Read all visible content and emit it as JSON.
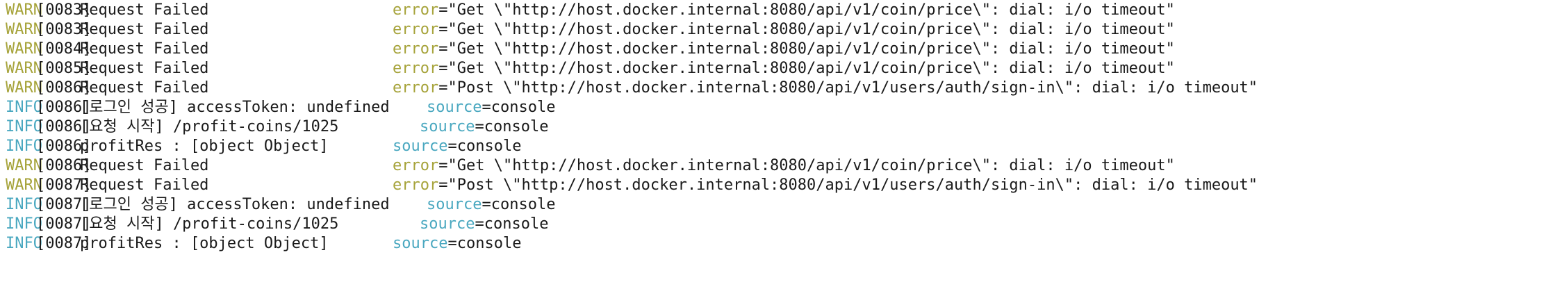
{
  "colors": {
    "warn": "#a6a33a",
    "info": "#4aa8c0",
    "text": "#1a1a1a",
    "background": "#ffffff"
  },
  "partial_top_line": "                                                                           ",
  "lines": [
    {
      "level": "WARN",
      "code": "[0083]",
      "message": "Request Failed",
      "key": "error",
      "value": "=\"Get \\\"http://host.docker.internal:8080/api/v1/coin/price\\\": dial: i/o timeout\""
    },
    {
      "level": "WARN",
      "code": "[0083]",
      "message": "Request Failed",
      "key": "error",
      "value": "=\"Get \\\"http://host.docker.internal:8080/api/v1/coin/price\\\": dial: i/o timeout\""
    },
    {
      "level": "WARN",
      "code": "[0084]",
      "message": "Request Failed",
      "key": "error",
      "value": "=\"Get \\\"http://host.docker.internal:8080/api/v1/coin/price\\\": dial: i/o timeout\""
    },
    {
      "level": "WARN",
      "code": "[0085]",
      "message": "Request Failed",
      "key": "error",
      "value": "=\"Get \\\"http://host.docker.internal:8080/api/v1/coin/price\\\": dial: i/o timeout\""
    },
    {
      "level": "WARN",
      "code": "[0086]",
      "message": "Request Failed",
      "key": "error",
      "value": "=\"Post \\\"http://host.docker.internal:8080/api/v1/users/auth/sign-in\\\": dial: i/o timeout\""
    },
    {
      "level": "INFO",
      "code": "[0086]",
      "message": "[로그인 성공] accessToken: undefined",
      "key": "source",
      "value": "=console"
    },
    {
      "level": "INFO",
      "code": "[0086]",
      "message": "[요청 시작] /profit-coins/1025",
      "key": "source",
      "value": "=console"
    },
    {
      "level": "INFO",
      "code": "[0086]",
      "message": "profitRes : [object Object]",
      "key": "source",
      "value": "=console"
    },
    {
      "level": "WARN",
      "code": "[0086]",
      "message": "Request Failed",
      "key": "error",
      "value": "=\"Get \\\"http://host.docker.internal:8080/api/v1/coin/price\\\": dial: i/o timeout\""
    },
    {
      "level": "WARN",
      "code": "[0087]",
      "message": "Request Failed",
      "key": "error",
      "value": "=\"Post \\\"http://host.docker.internal:8080/api/v1/users/auth/sign-in\\\": dial: i/o timeout\""
    },
    {
      "level": "INFO",
      "code": "[0087]",
      "message": "[로그인 성공] accessToken: undefined",
      "key": "source",
      "value": "=console"
    },
    {
      "level": "INFO",
      "code": "[0087]",
      "message": "[요청 시작] /profit-coins/1025",
      "key": "source",
      "value": "=console"
    },
    {
      "level": "INFO",
      "code": "[0087]",
      "message": "profitRes : [object Object]",
      "key": "source",
      "value": "=console"
    }
  ]
}
